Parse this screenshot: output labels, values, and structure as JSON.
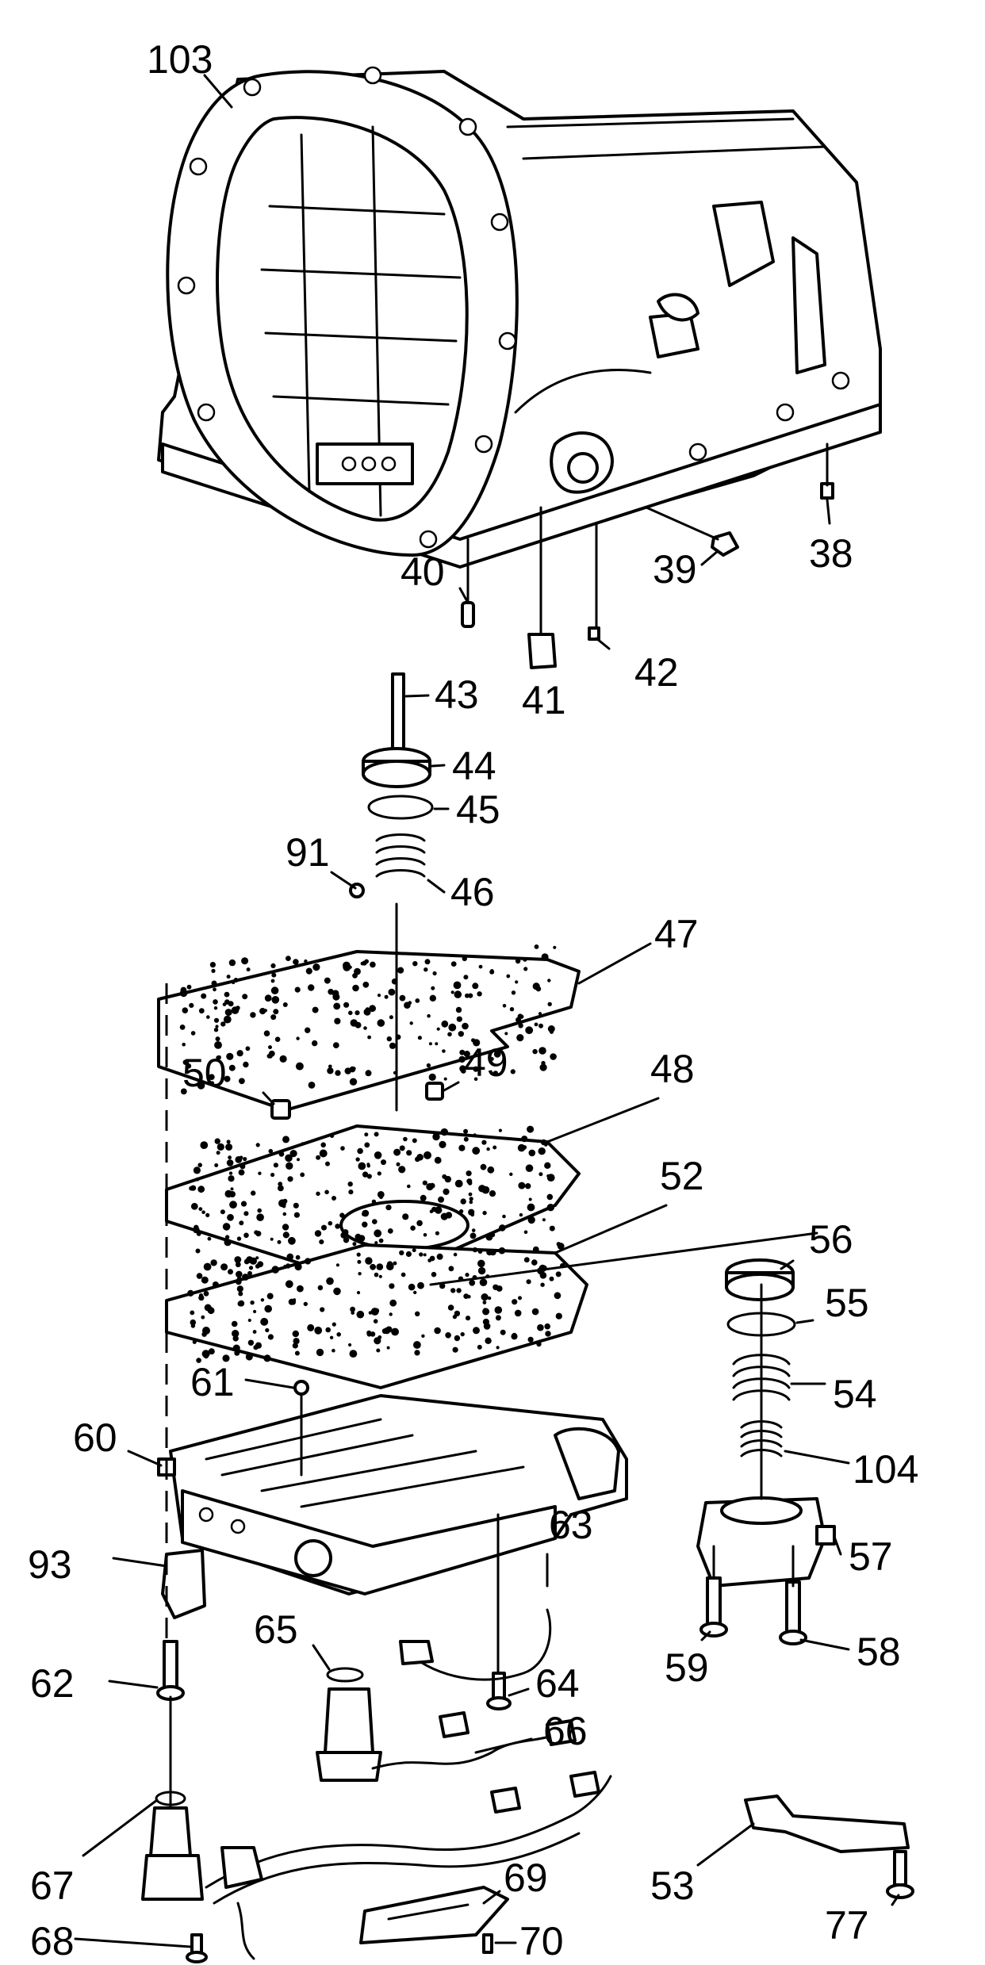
{
  "colors": {
    "line": "#000000",
    "background": "#ffffff"
  },
  "callouts": [
    {
      "id": "c103",
      "label": "103"
    },
    {
      "id": "c38",
      "label": "38"
    },
    {
      "id": "c39",
      "label": "39"
    },
    {
      "id": "c40",
      "label": "40"
    },
    {
      "id": "c41",
      "label": "41"
    },
    {
      "id": "c42",
      "label": "42"
    },
    {
      "id": "c43",
      "label": "43"
    },
    {
      "id": "c44",
      "label": "44"
    },
    {
      "id": "c45",
      "label": "45"
    },
    {
      "id": "c91",
      "label": "91"
    },
    {
      "id": "c46",
      "label": "46"
    },
    {
      "id": "c47",
      "label": "47"
    },
    {
      "id": "c50",
      "label": "50"
    },
    {
      "id": "c49",
      "label": "49"
    },
    {
      "id": "c48",
      "label": "48"
    },
    {
      "id": "c52",
      "label": "52"
    },
    {
      "id": "c56",
      "label": "56"
    },
    {
      "id": "c55",
      "label": "55"
    },
    {
      "id": "c54",
      "label": "54"
    },
    {
      "id": "c61",
      "label": "61"
    },
    {
      "id": "c60",
      "label": "60"
    },
    {
      "id": "c104",
      "label": "104"
    },
    {
      "id": "c93",
      "label": "93"
    },
    {
      "id": "c57",
      "label": "57"
    },
    {
      "id": "c63",
      "label": "63"
    },
    {
      "id": "c65",
      "label": "65"
    },
    {
      "id": "c64",
      "label": "64"
    },
    {
      "id": "c59",
      "label": "59"
    },
    {
      "id": "c58",
      "label": "58"
    },
    {
      "id": "c62",
      "label": "62"
    },
    {
      "id": "c66",
      "label": "66"
    },
    {
      "id": "c53",
      "label": "53"
    },
    {
      "id": "c67",
      "label": "67"
    },
    {
      "id": "c77",
      "label": "77"
    },
    {
      "id": "c69",
      "label": "69"
    },
    {
      "id": "c68",
      "label": "68"
    },
    {
      "id": "c70",
      "label": "70"
    }
  ]
}
